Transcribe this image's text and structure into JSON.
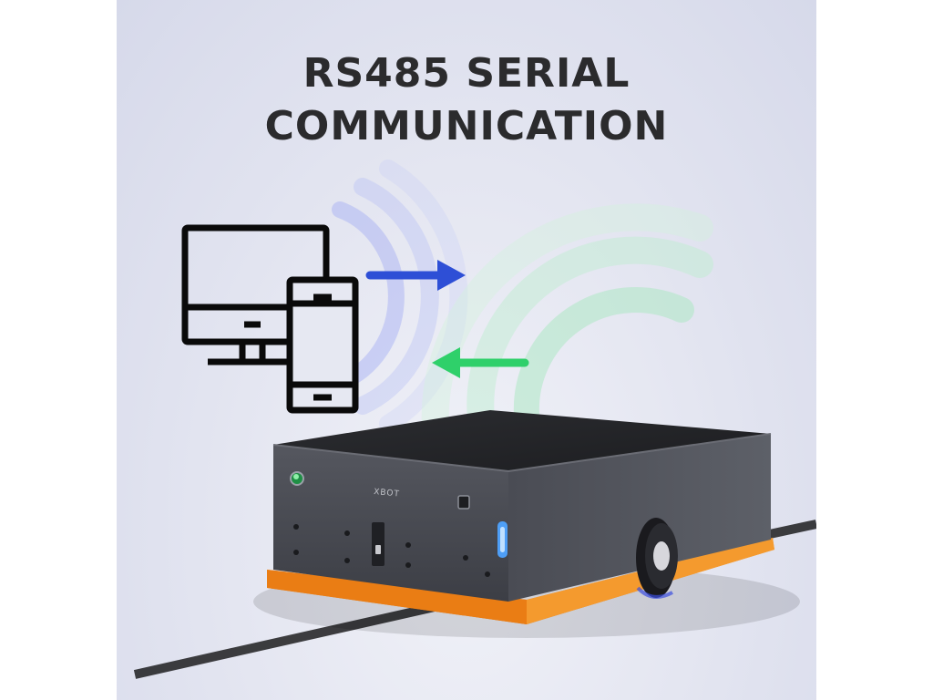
{
  "headline": {
    "line1": "RS485 SERIAL",
    "line2": "COMMUNICATION"
  },
  "robot": {
    "brand_label": "XBOT"
  },
  "colors": {
    "background": "#e2e4f0",
    "send_arrow": "#2e4fd6",
    "receive_arrow": "#2fd06a",
    "robot_body": "#45474f",
    "robot_bumper": "#f08a1c",
    "status_light": "#4fa3ff"
  },
  "icons": [
    "computer-monitor-icon",
    "smartphone-icon",
    "send-arrow-icon",
    "receive-arrow-icon"
  ]
}
